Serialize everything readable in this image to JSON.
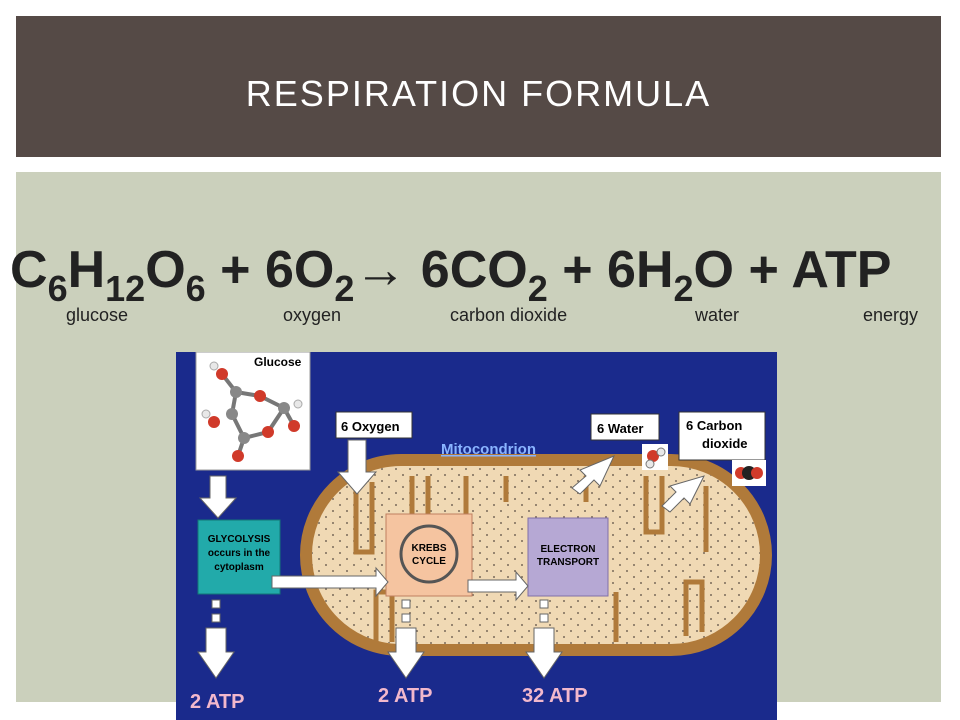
{
  "slide": {
    "title": "RESPIRATION FORMULA"
  },
  "formula": {
    "glucose": {
      "C": "C",
      "c_sub": "6",
      "H": "H",
      "h_sub": "12",
      "O": "O",
      "o_sub": "6"
    },
    "plus1": " + ",
    "oxygen": {
      "coef": "6O",
      "sub": "2"
    },
    "arrow": "→",
    "co2": {
      "coef": " 6CO",
      "sub": "2"
    },
    "plus2": " + ",
    "water": {
      "coef": "6H",
      "sub": "2",
      "tail": "O"
    },
    "plus3": " + ",
    "atp": "ATP"
  },
  "labels": {
    "glucose": "glucose",
    "oxygen": "oxygen",
    "carbon_dioxide": "carbon dioxide",
    "water": "water",
    "energy": "energy"
  },
  "diagram": {
    "glucose_label": "Glucose",
    "oxygen_label": "6 Oxygen",
    "mitochondrion_label": "Mitocondrion",
    "water_label": "6 Water",
    "co2_label_1": "6 Carbon",
    "co2_label_2": "dioxide",
    "glycolysis_1": "GLYCOLYSIS",
    "glycolysis_2": "occurs in the",
    "glycolysis_3": "cytoplasm",
    "krebs_1": "KREBS",
    "krebs_2": "CYCLE",
    "electron_1": "ELECTRON",
    "electron_2": "TRANSPORT",
    "atp_glycolysis": "2 ATP",
    "atp_krebs": "2 ATP",
    "atp_electron": "32 ATP",
    "colors": {
      "background": "#1a2a8c",
      "mito_fill": "#f0d9b4",
      "mito_outline": "#b07a3a",
      "glycolysis_box": "#22aaaa",
      "krebs_box": "#f5c4a0",
      "electron_box": "#b6a8d4",
      "atp_text": "#f2b8cc",
      "mito_label": "#8ab4ff"
    }
  }
}
